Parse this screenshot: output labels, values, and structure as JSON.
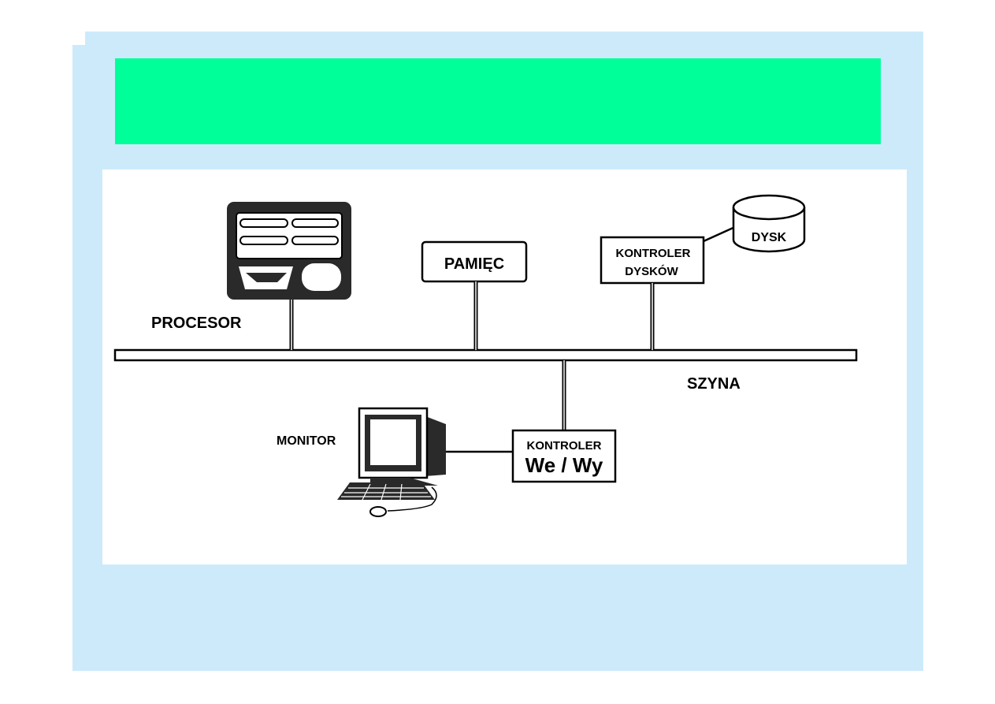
{
  "slide": {
    "title": ""
  },
  "diagram": {
    "components": {
      "processor": "PROCESOR",
      "memory": "PAMIĘC",
      "disk_controller_line1": "KONTROLER",
      "disk_controller_line2": "DYSKÓW",
      "disk": "DYSK",
      "bus": "SZYNA",
      "monitor": "MONITOR",
      "io_controller_line1": "KONTROLER",
      "io_controller_line2": "We / Wy"
    }
  }
}
